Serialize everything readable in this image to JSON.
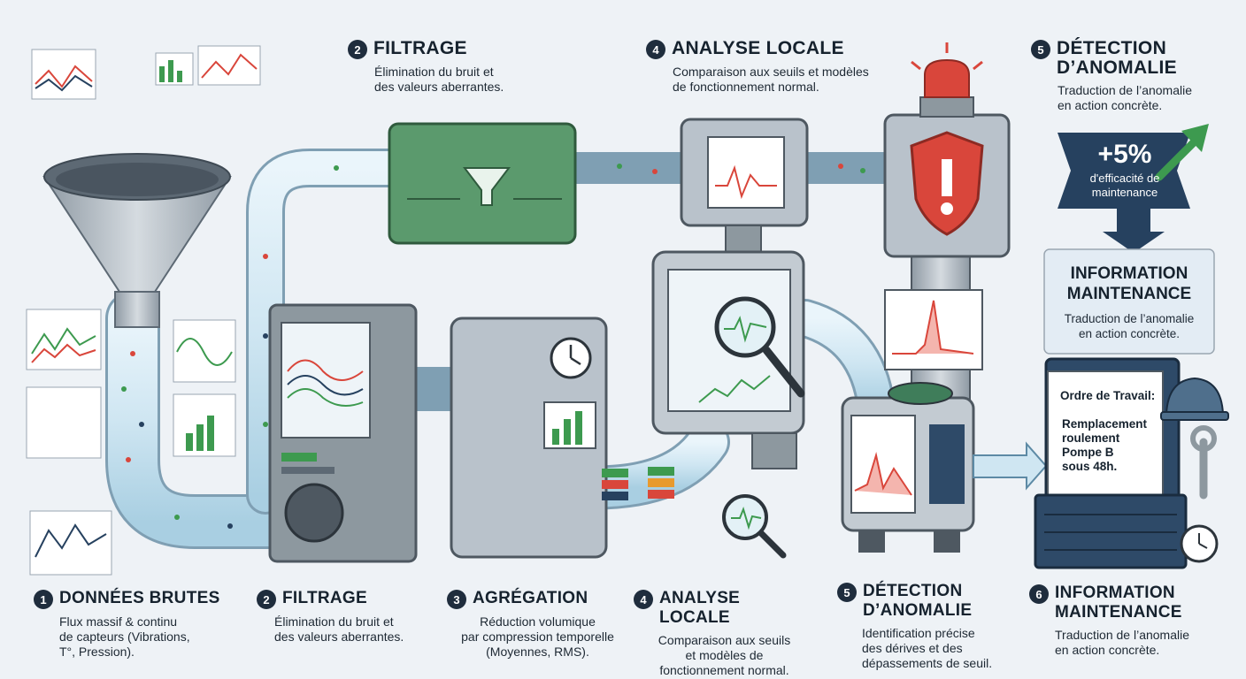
{
  "top_steps": [
    {
      "num": "2",
      "title": "FILTRAGE",
      "desc": "Élimination du bruit et\ndes valeurs aberrantes."
    },
    {
      "num": "4",
      "title": "ANALYSE LOCALE",
      "desc": "Comparaison aux seuils et modèles\nde fonctionnement normal."
    },
    {
      "num": "5",
      "title": "DÉTECTION\nD’ANOMALIE",
      "desc": "Traduction de l’anomalie\nen action concrète."
    }
  ],
  "bottom_steps": [
    {
      "num": "1",
      "title": "DONNÉES BRUTES",
      "desc": "Flux massif & continu\nde capteurs (Vibrations,\nT°, Pression)."
    },
    {
      "num": "2",
      "title": "FILTRAGE",
      "desc": "Élimination du bruit et\ndes valeurs aberrantes."
    },
    {
      "num": "3",
      "title": "AGRÉGATION",
      "desc": "Réduction volumique\npar compression temporelle\n(Moyennes, RMS)."
    },
    {
      "num": "4",
      "title": "ANALYSE LOCALE",
      "desc": "Comparaison aux seuils\net modèles de\nfonctionnement normal."
    },
    {
      "num": "5",
      "title": "DÉTECTION\nD’ANOMALIE",
      "desc": "Identification précise\ndes dérives et des\ndépassements de seuil."
    },
    {
      "num": "6",
      "title": "INFORMATION\nMAINTENANCE",
      "desc": "Traduction de l’anomalie\nen action concrète."
    }
  ],
  "kpi": {
    "value": "+5%",
    "label": "d'efficacité de maintenance"
  },
  "info_box": {
    "title": "INFORMATION\nMAINTENANCE",
    "desc": "Traduction de l’anomalie\nen action concrète."
  },
  "work_order": {
    "title": "Ordre de Travail:",
    "body": "Remplacement\nroulement\nPompe B\nsous 48h."
  },
  "colors": {
    "pipe": "#cfe6f2",
    "machine_gray": "#b9c2cb",
    "machine_green": "#5b9a6d",
    "alert_red": "#d9463b",
    "navy": "#26415f",
    "trend_green": "#3d9a4f"
  }
}
